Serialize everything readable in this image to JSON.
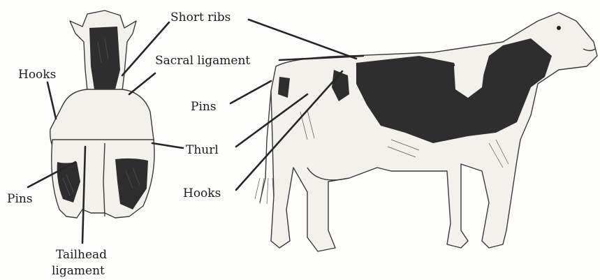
{
  "labels": {
    "short_ribs": "Short ribs",
    "sacral_ligament": "Sacral ligament",
    "hooks_rear": "Hooks",
    "pins_side": "Pins",
    "thurl": "Thurl",
    "pins_rear": "Pins",
    "hooks_side": "Hooks",
    "tailhead_1": "Tailhead",
    "tailhead_2": "ligament"
  },
  "colors": {
    "spot": "#2e2e2e",
    "white_coat": "#f2f1ec",
    "ink": "#3a3a3a"
  }
}
